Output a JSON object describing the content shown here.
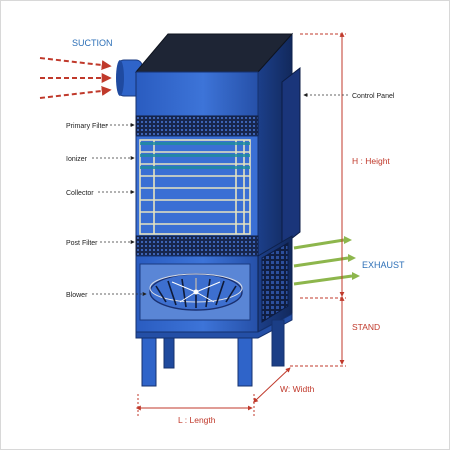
{
  "labels": {
    "suction": "SUCTION",
    "exhaust": "EXHAUST",
    "control_panel": "Control Panel",
    "height": "H : Height",
    "stand": "STAND",
    "width": "W: Width",
    "length": "L : Length",
    "primary_filter": "Primary Filter",
    "ionizer": "Ionizer",
    "collector": "Collector",
    "post_filter": "Post Filter",
    "blower": "Blower"
  },
  "colors": {
    "body_front": "#2f64c9",
    "body_side": "#1b3e86",
    "top": "#1a1f2e",
    "dimension": "#c0392b",
    "suction_arrow": "#c0392b",
    "exhaust_arrow": "#8db64c",
    "grid": "#e6e3c0"
  }
}
